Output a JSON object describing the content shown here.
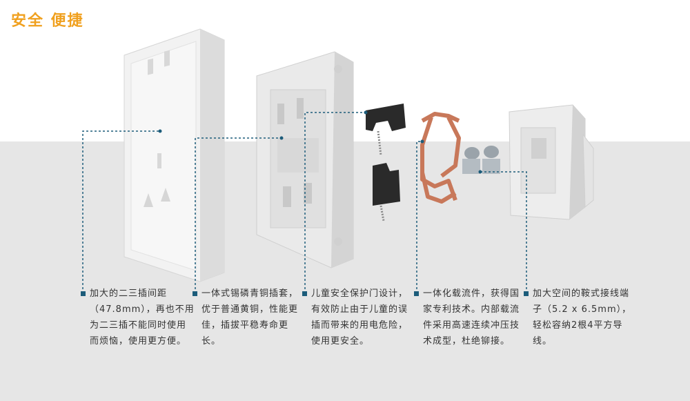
{
  "header": {
    "title": "安全  便捷"
  },
  "features": [
    {
      "text": "加大的二三插间距（47.8mm），再也不用为二三插不能同时使用而烦恼，使用更方便。"
    },
    {
      "text": "一体式锡磷青铜插套，优于普通黄铜，性能更佳，插拔平稳寿命更长。"
    },
    {
      "text": "儿童安全保护门设计，有效防止由于儿童的误插而带来的用电危险，使用更安全。"
    },
    {
      "text": "一体化载流件，获得国家专利技术。内部载流件采用高速连续冲压技术成型，杜绝铆接。"
    },
    {
      "text": "加大空间的鞍式接线端子（5.2 x 6.5mm），轻松容纳2根4平方导线。"
    }
  ],
  "colors": {
    "accent": "#f0a01e",
    "line": "#1c5c7a",
    "copper": "#c8785a",
    "background_band": "#e6e6e6"
  }
}
